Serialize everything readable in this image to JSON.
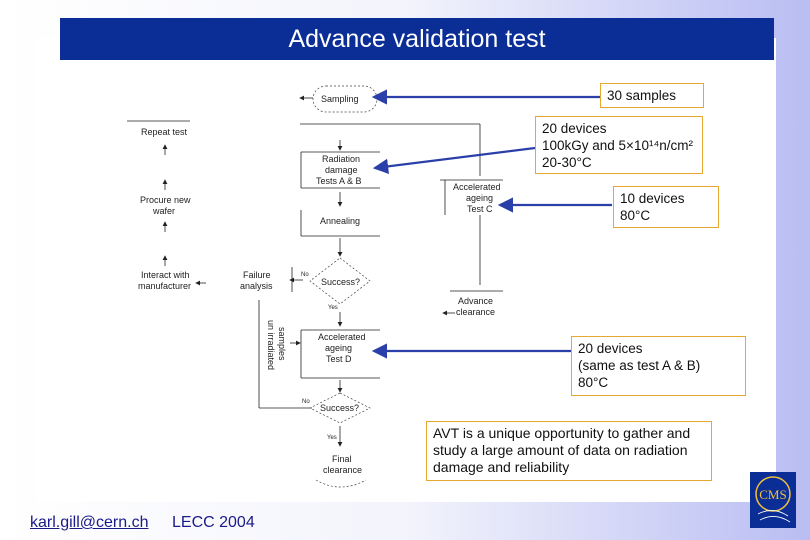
{
  "title": "Advance validation test",
  "flowchart": {
    "sampling": "Sampling",
    "repeat_test": "Repeat test",
    "procure_line1": "Procure new",
    "procure_line2": "wafer",
    "radiation_line1": "Radiation",
    "radiation_line2": "damage",
    "radiation_line3": "Tests A & B",
    "accel_c_line1": "Accelerated",
    "accel_c_line2": "ageing",
    "accel_c_line3": "Test C",
    "annealing": "Annealing",
    "interact_line1": "Interact with",
    "interact_line2": "manufacturer",
    "failure_line1": "Failure",
    "failure_line2": "analysis",
    "success_1": "Success?",
    "no_1": "No",
    "yes_1": "Yes",
    "advance_line1": "Advance",
    "advance_line2": "clearance",
    "side_line1": "un irradiated",
    "side_line2": "samples",
    "accel_d_line1": "Accelerated",
    "accel_d_line2": "ageing",
    "accel_d_line3": "Test D",
    "success_2": "Success?",
    "no_2": "No",
    "yes_2": "Yes",
    "final_line1": "Final",
    "final_line2": "clearance"
  },
  "callouts": {
    "samples": "30 samples",
    "ab": "20 devices\n100kGy and 5×10¹⁴n/cm²\n20-30°C",
    "c": "10 devices\n80°C",
    "d": "20 devices\n(same as test A & B)\n80°C",
    "avt": "AVT is a unique opportunity to gather and study a large amount of data on radiation damage and reliability"
  },
  "footer": {
    "email": "karl.gill@cern.ch",
    "conference": "LECC 2004"
  },
  "logo": {
    "text": "CMS"
  },
  "colors": {
    "title_bar": "#0a2d96",
    "callout_border": "#e6a830",
    "arrow": "#2a3fa8",
    "footer_text": "#1a1a8a"
  }
}
